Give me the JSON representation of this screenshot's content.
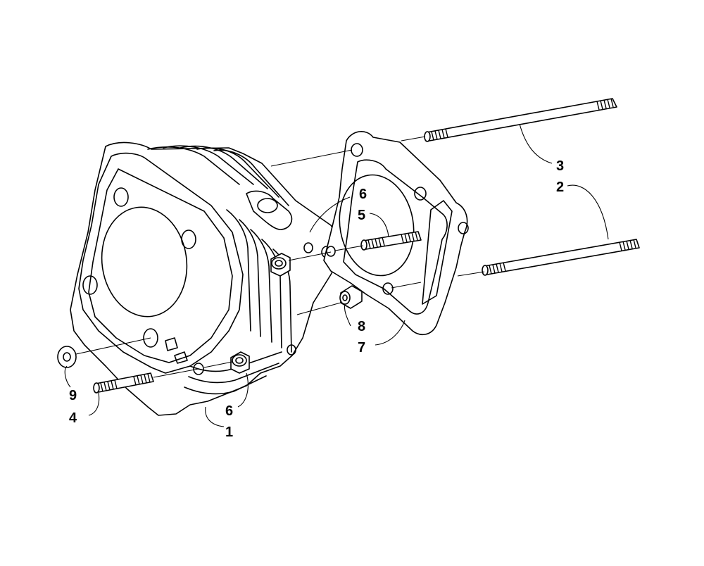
{
  "callouts": {
    "c1": "1",
    "c2": "2",
    "c3": "3",
    "c4": "4",
    "c5": "5",
    "c6a": "6",
    "c6b": "6",
    "c7": "7",
    "c8": "8",
    "c9": "9"
  },
  "colors": {
    "ink": "#000000",
    "paper": "#ffffff"
  }
}
